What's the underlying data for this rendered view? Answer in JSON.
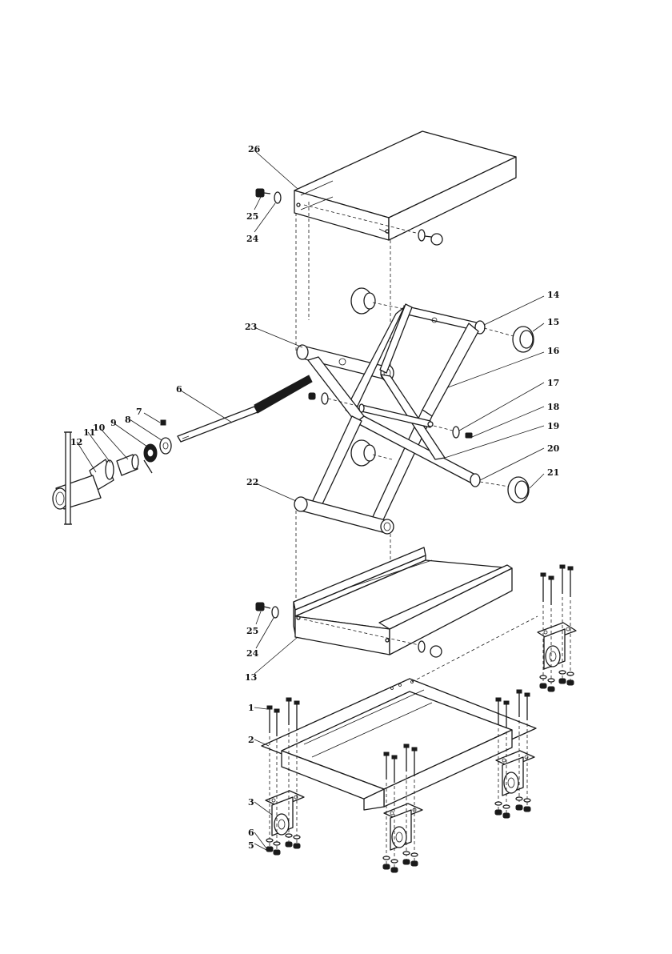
{
  "callouts": [
    {
      "id": "c26",
      "text": "26"
    },
    {
      "id": "c25a",
      "text": "25"
    },
    {
      "id": "c24a",
      "text": "24"
    },
    {
      "id": "c14",
      "text": "14"
    },
    {
      "id": "c15",
      "text": "15"
    },
    {
      "id": "c23",
      "text": "23"
    },
    {
      "id": "c16",
      "text": "16"
    },
    {
      "id": "c17",
      "text": "17"
    },
    {
      "id": "c18",
      "text": "18"
    },
    {
      "id": "c19",
      "text": "19"
    },
    {
      "id": "c20",
      "text": "20"
    },
    {
      "id": "c21",
      "text": "21"
    },
    {
      "id": "c6a",
      "text": "6"
    },
    {
      "id": "c7",
      "text": "7"
    },
    {
      "id": "c8",
      "text": "8"
    },
    {
      "id": "c9",
      "text": "9"
    },
    {
      "id": "c10",
      "text": "10"
    },
    {
      "id": "c11",
      "text": "11"
    },
    {
      "id": "c12",
      "text": "12"
    },
    {
      "id": "c22",
      "text": "22"
    },
    {
      "id": "c25b",
      "text": "25"
    },
    {
      "id": "c24b",
      "text": "24"
    },
    {
      "id": "c13",
      "text": "13"
    },
    {
      "id": "c1",
      "text": "1"
    },
    {
      "id": "c2",
      "text": "2"
    },
    {
      "id": "c3",
      "text": "3"
    },
    {
      "id": "c6b",
      "text": "6"
    },
    {
      "id": "c5",
      "text": "5"
    }
  ]
}
